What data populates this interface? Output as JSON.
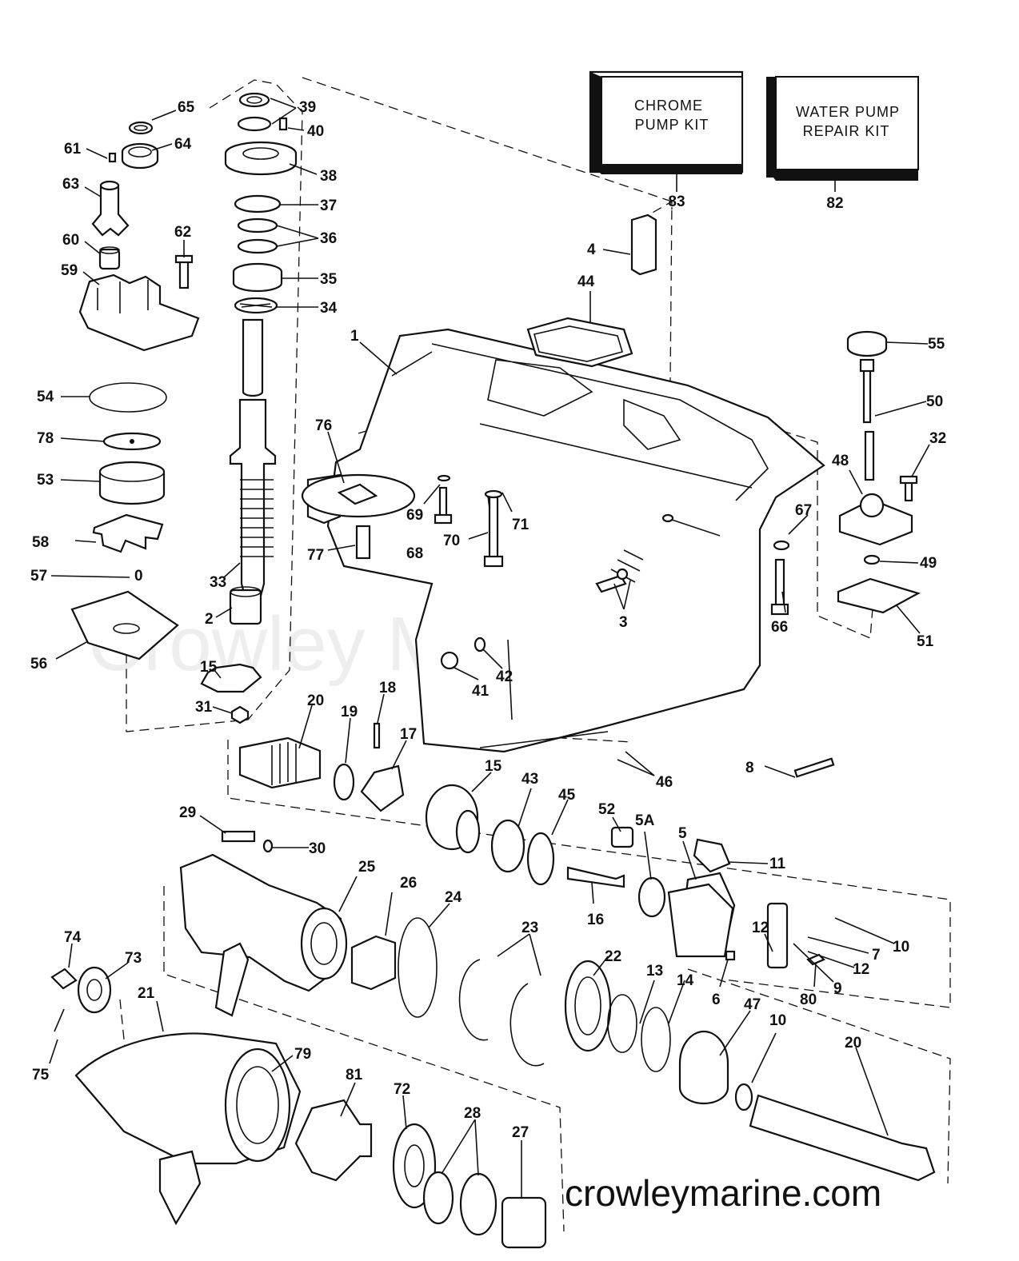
{
  "watermark": "Crowley Marine",
  "site": "crowleymarine.com",
  "kits": [
    {
      "line1": "CHROME",
      "line2": "PUMP KIT",
      "number": "83"
    },
    {
      "line1": "WATER PUMP",
      "line2": "REPAIR KIT",
      "number": "82"
    }
  ],
  "callouts": [
    "65",
    "39",
    "40",
    "61",
    "64",
    "38",
    "63",
    "37",
    "36",
    "62",
    "60",
    "35",
    "59",
    "34",
    "4",
    "44",
    "1",
    "55",
    "50",
    "32",
    "48",
    "54",
    "78",
    "76",
    "53",
    "69",
    "71",
    "70",
    "67",
    "58",
    "77",
    "68",
    "49",
    "57",
    "33",
    "3",
    "66",
    "51",
    "2",
    "42",
    "41",
    "56",
    "15",
    "31",
    "20",
    "18",
    "19",
    "17",
    "8",
    "46",
    "15",
    "43",
    "45",
    "29",
    "52",
    "5A",
    "5",
    "30",
    "11",
    "25",
    "26",
    "24",
    "16",
    "23",
    "10",
    "74",
    "73",
    "12",
    "7",
    "22",
    "13",
    "14",
    "12",
    "9",
    "80",
    "21",
    "47",
    "10",
    "6",
    "20",
    "75",
    "79",
    "81",
    "72",
    "28",
    "27"
  ]
}
